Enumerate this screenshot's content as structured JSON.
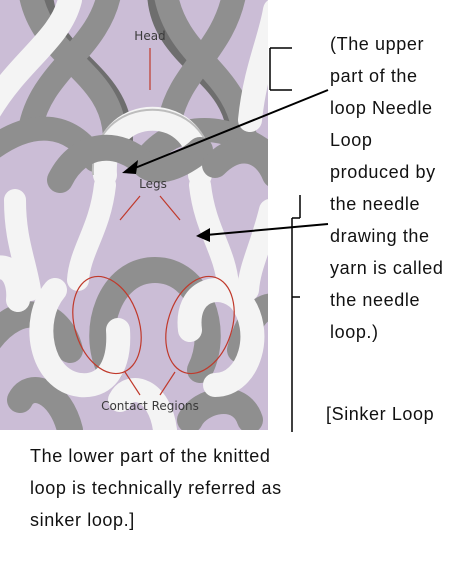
{
  "diagram": {
    "labels": {
      "head": "Head",
      "legs": "Legs",
      "contact_regions": "Contact Regions"
    },
    "colors": {
      "background": "#cbbdd6",
      "gray_yarn": "#8f8f8f",
      "white_yarn": "#f4f4f4",
      "label_line": "#c0392b",
      "pointer": "#000000"
    }
  },
  "needle_note": {
    "lines": [
      "(The upper",
      "part of the",
      "loop Needle",
      "Loop",
      "produced by",
      "the needle",
      "drawing the",
      "yarn is called",
      "the needle",
      "loop.)"
    ]
  },
  "sinker_note": {
    "heading": "[Sinker Loop",
    "lines": [
      "The lower part of the knitted",
      "loop is technically referred as",
      "sinker loop.]"
    ]
  }
}
